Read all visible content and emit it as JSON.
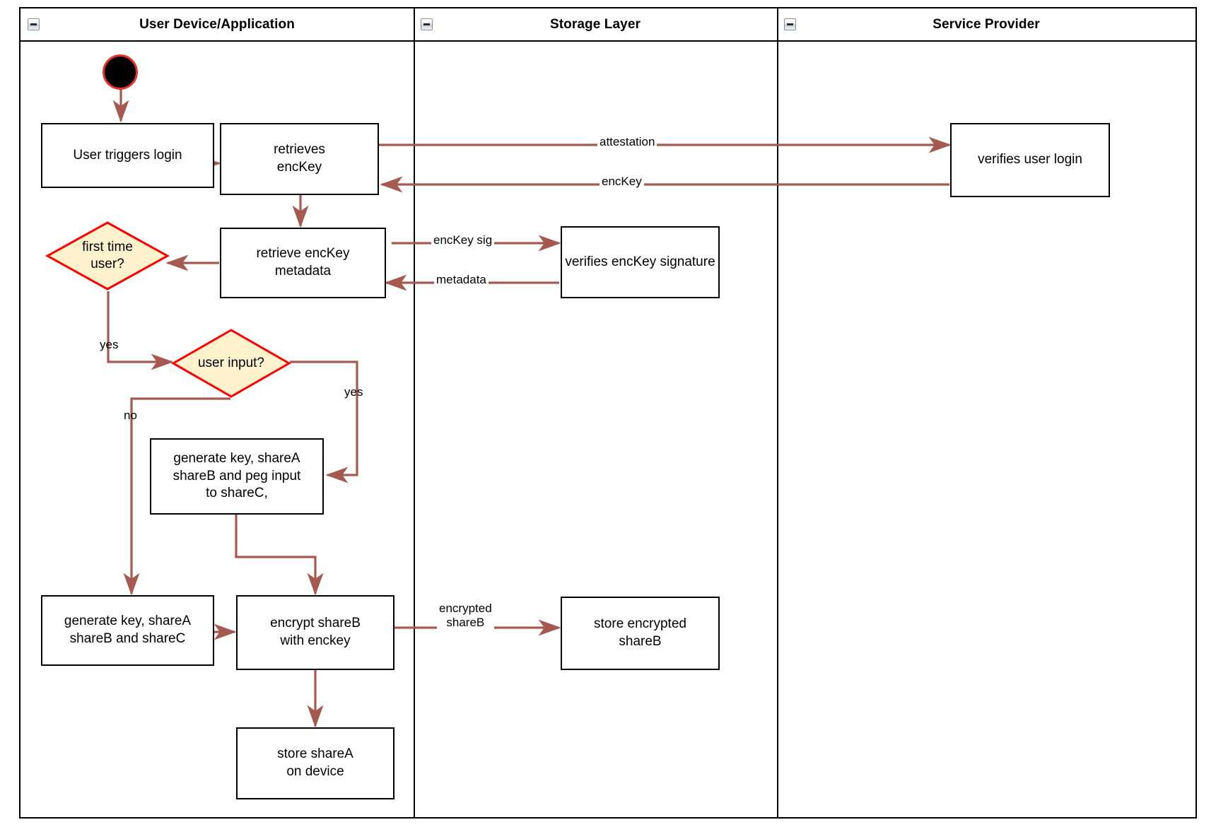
{
  "diagram": {
    "type": "uml-activity-swimlane",
    "colors": {
      "edge": "#A65950",
      "decision_fill": "#FFF2CC",
      "decision_stroke": "#FF0000",
      "activity_stroke": "#000000",
      "start_fill": "#000000",
      "start_stroke": "#E8342A",
      "lane_border": "#000000"
    }
  },
  "lanes": [
    {
      "id": "user-device",
      "title": "User Device/Application",
      "icon": "collapse-minus-icon"
    },
    {
      "id": "storage-layer",
      "title": "Storage Layer",
      "icon": "collapse-minus-icon"
    },
    {
      "id": "service-provider",
      "title": "Service Provider",
      "icon": "collapse-minus-icon"
    }
  ],
  "nodes": {
    "start": {
      "kind": "initial-node",
      "label": ""
    },
    "user_triggers_login": {
      "kind": "activity",
      "label": "User triggers login"
    },
    "retrieves_enckey": {
      "kind": "activity",
      "label": "retrieves\nencKey"
    },
    "verifies_user_login": {
      "kind": "activity",
      "label": "verifies user login"
    },
    "retrieve_enckey_metadata": {
      "kind": "activity",
      "label": "retrieve encKey\nmetadata"
    },
    "verifies_enckey_signature": {
      "kind": "activity",
      "label": "verifies encKey signature"
    },
    "first_time_user": {
      "kind": "decision",
      "label": "first time\nuser?"
    },
    "user_input": {
      "kind": "decision",
      "label": "user input?"
    },
    "generate_peg": {
      "kind": "activity",
      "label": "generate key, shareA\nshareB and peg input\nto shareC,"
    },
    "generate_abc": {
      "kind": "activity",
      "label": "generate key, shareA\nshareB and shareC"
    },
    "encrypt_shareb": {
      "kind": "activity",
      "label": "encrypt shareB\nwith enckey"
    },
    "store_encrypted_shareb": {
      "kind": "activity",
      "label": "store encrypted\nshareB"
    },
    "store_sharea": {
      "kind": "activity",
      "label": "store shareA\non device"
    }
  },
  "edges": [
    {
      "id": "e-start-login",
      "label": ""
    },
    {
      "id": "e-login-retrieves",
      "label": ""
    },
    {
      "id": "e-attestation",
      "label": "attestation"
    },
    {
      "id": "e-enckey-back",
      "label": "encKey"
    },
    {
      "id": "e-retrieves-meta",
      "label": ""
    },
    {
      "id": "e-enckey-sig",
      "label": "encKey sig"
    },
    {
      "id": "e-metadata",
      "label": "metadata"
    },
    {
      "id": "e-meta-firsttime",
      "label": ""
    },
    {
      "id": "e-firsttime-yes",
      "label": "yes"
    },
    {
      "id": "e-userinput-yes",
      "label": "yes"
    },
    {
      "id": "e-userinput-no",
      "label": "no"
    },
    {
      "id": "e-peg-encrypt",
      "label": ""
    },
    {
      "id": "e-abc-encrypt",
      "label": ""
    },
    {
      "id": "e-encrypted-shareb",
      "label": "encrypted\nshareB"
    },
    {
      "id": "e-encrypt-store",
      "label": ""
    }
  ],
  "edge_labels": {
    "attestation": "attestation",
    "enckey": "encKey",
    "enckey_sig": "encKey sig",
    "metadata": "metadata",
    "yes_first": "yes",
    "yes_input": "yes",
    "no_input": "no",
    "encrypted_shareb_l1": "encrypted",
    "encrypted_shareb_l2": "shareB"
  }
}
